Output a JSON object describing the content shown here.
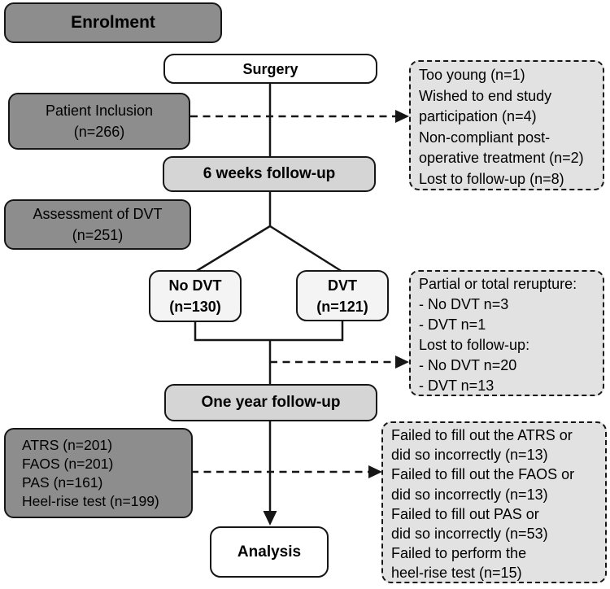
{
  "colors": {
    "dark-box": "#8d8d8d",
    "mid-box": "#d5d5d5",
    "pale-box": "#f4f4f4",
    "white-box": "#ffffff",
    "dashed-box": "#e2e2e2",
    "line": "#161616",
    "text": "#000000",
    "background": "#ffffff"
  },
  "boxes": {
    "enrolment": {
      "label": "Enrolment"
    },
    "surgery": {
      "label": "Surgery"
    },
    "patient_inclusion": {
      "lines": [
        "Patient Inclusion",
        "(n=266)"
      ]
    },
    "enrolment_exclusions": {
      "lines": [
        "Too young (n=1)",
        "Wished to end study",
        "participation (n=4)",
        "Non-compliant post-",
        "operative treatment (n=2)",
        "Lost to follow-up (n=8)"
      ]
    },
    "six_weeks": {
      "label": "6 weeks follow-up"
    },
    "assessment": {
      "lines": [
        "Assessment of DVT",
        "(n=251)"
      ]
    },
    "no_dvt": {
      "lines": [
        "No DVT",
        "(n=130)"
      ]
    },
    "dvt": {
      "lines": [
        "DVT",
        "(n=121)"
      ]
    },
    "followup_exclusions": {
      "lines": [
        "Partial or total rerupture:",
        "- No DVT n=3",
        "- DVT n=1",
        "Lost to follow-up:",
        "- No DVT n=20",
        "- DVT n=13"
      ]
    },
    "one_year": {
      "label": "One year follow-up"
    },
    "outcome_measures": {
      "lines": [
        "ATRS (n=201)",
        "FAOS (n=201)",
        "PAS (n=161)",
        "Heel-rise test (n=199)"
      ]
    },
    "outcome_exclusions": {
      "lines": [
        "Failed to fill out the ATRS or",
        "did so incorrectly (n=13)",
        "Failed to fill out the FAOS or",
        "did so incorrectly (n=13)",
        "Failed to fill out PAS or",
        "did so incorrectly (n=53)",
        "Failed to perform the",
        "heel-rise test (n=15)"
      ]
    },
    "analysis": {
      "label": "Analysis"
    }
  }
}
